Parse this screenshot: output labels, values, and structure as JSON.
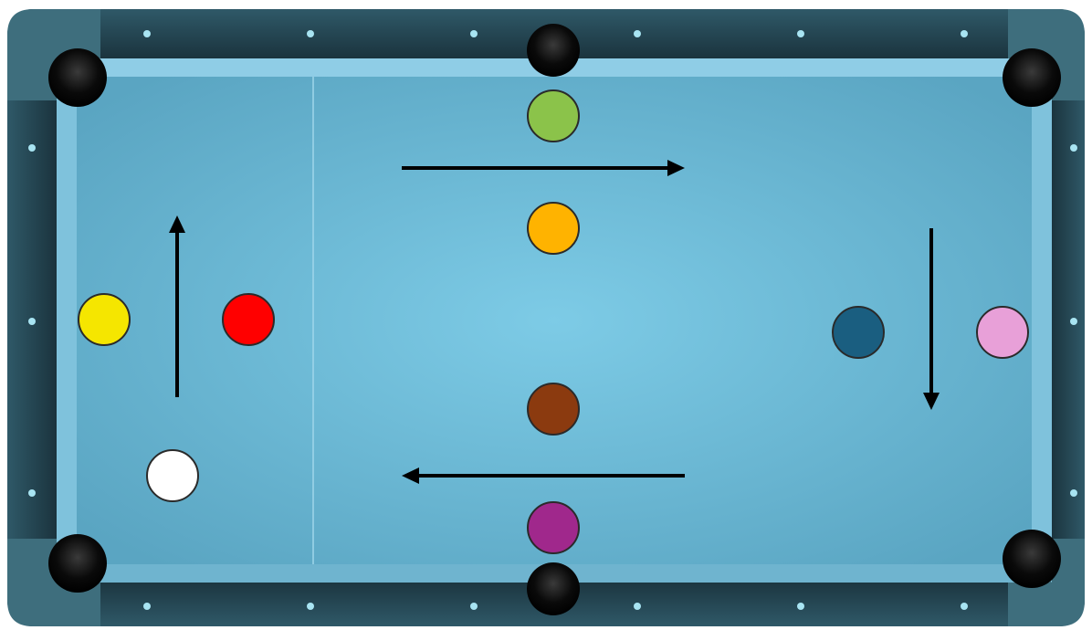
{
  "colors": {
    "page_bg": "#ffffff",
    "rail_dark": "#1e3a45",
    "rail_mid": "#2f5968",
    "corner_frame": "#3e6e7d",
    "diamond": "#a8e4f2",
    "cushion": "#8fcde6",
    "felt_center": "#7dcbe6",
    "felt_edge": "#5aa5c2",
    "head_string": "#9fd6ea",
    "pocket": "#000000",
    "arrow": "#000000",
    "ball_outline": "#2a2a2a"
  },
  "table": {
    "pockets": [
      "corner-top-left",
      "side-top-center",
      "corner-top-right",
      "corner-bottom-left",
      "side-bottom-center",
      "corner-bottom-right"
    ],
    "diamonds_per_long_rail": 6,
    "diamonds_per_short_rail": 3,
    "head_string_visible": true
  },
  "balls": [
    {
      "name": "green-ball",
      "color": "#8bc34a"
    },
    {
      "name": "orange-ball",
      "color": "#ffb300"
    },
    {
      "name": "yellow-ball",
      "color": "#f5e600"
    },
    {
      "name": "red-ball",
      "color": "#ff0000"
    },
    {
      "name": "white-cue-ball",
      "color": "#ffffff"
    },
    {
      "name": "brown-ball",
      "color": "#8b3a0f"
    },
    {
      "name": "purple-ball",
      "color": "#a0288c"
    },
    {
      "name": "dark-blue-ball",
      "color": "#1a5e80"
    },
    {
      "name": "pink-ball",
      "color": "#e8a0d8"
    }
  ],
  "arrows": [
    {
      "name": "arrow-right",
      "direction": "right"
    },
    {
      "name": "arrow-left",
      "direction": "left"
    },
    {
      "name": "arrow-up",
      "direction": "up"
    },
    {
      "name": "arrow-down",
      "direction": "down"
    }
  ]
}
